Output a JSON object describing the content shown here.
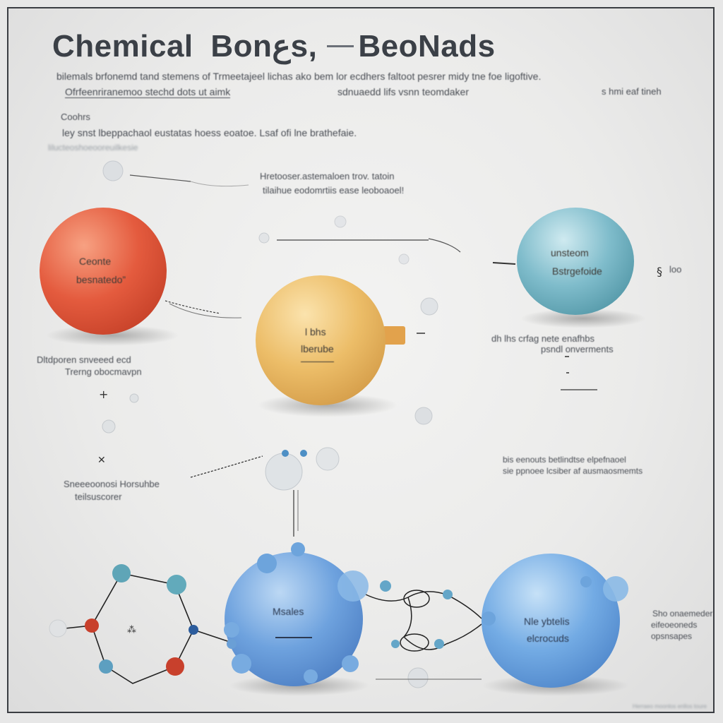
{
  "title": {
    "part1": "Chemical",
    "part2": "Bonعs,",
    "part3": "BeoNads"
  },
  "intro": {
    "line1": "bilemals brfonemd tand stemens of  Trmeetajeel lichas  ako bem lor ecdhers faltoot pesrer midy tne foe ligoftive.",
    "line2a": "Ofrfeenriranemoo stechd dots ut aimk",
    "line2b": "sdnuaedd lifs vsnn teomdaker",
    "line2c": "s hmi eaf tineh"
  },
  "section": {
    "heading": "Coohrs",
    "line1": "ley snst lbeppachaol eustatas hoess eoatoe. Lsaf ofi lne brathefaie.",
    "line2": "lilucteoshoeooreuilkesie"
  },
  "annotations": {
    "top_center_1": "Hretooser.astemaloen trov. tatoin",
    "top_center_2": "tilaihue eodomrtiis ease leoboaoel!",
    "left_mid_1": "Dltdporen snveeed ecd",
    "left_mid_2": "Trerng obocmavpn",
    "right_mid_1": "dh lhs crfag nete enafhbs",
    "right_mid_2": "psndl onverments",
    "right_tag": "loo",
    "right_low_1": "bis eenouts betlindtse elpefnaoel",
    "right_low_2": "sie ppnoee lcsiber af ausmaosmemts",
    "left_low_1": "Sneeeoonosi Horsuhbe",
    "left_low_2": "teilsuscorer",
    "bottom_right_1": "Sho onaemeder",
    "bottom_right_2": "eifeoeoneds",
    "bottom_right_3": "opsnsapes",
    "footer": "Herraeo moonlos enllos toure"
  },
  "spheres": {
    "red": {
      "line1": "Ceonte",
      "line2": "besnatedo”",
      "color": "#e0553a"
    },
    "gold": {
      "line1": "l bhs",
      "line2": "lberube",
      "color": "#e9b964"
    },
    "teal": {
      "line1": "unsteom",
      "line2": "Bstrgefoide",
      "color": "#69aebb"
    },
    "blue_left": {
      "line1": "Msales",
      "color": "#5d91d4"
    },
    "blue_right": {
      "line1": "Nle  ybtelis",
      "line2": "elcrocuds",
      "color": "#5a9bd8"
    }
  }
}
